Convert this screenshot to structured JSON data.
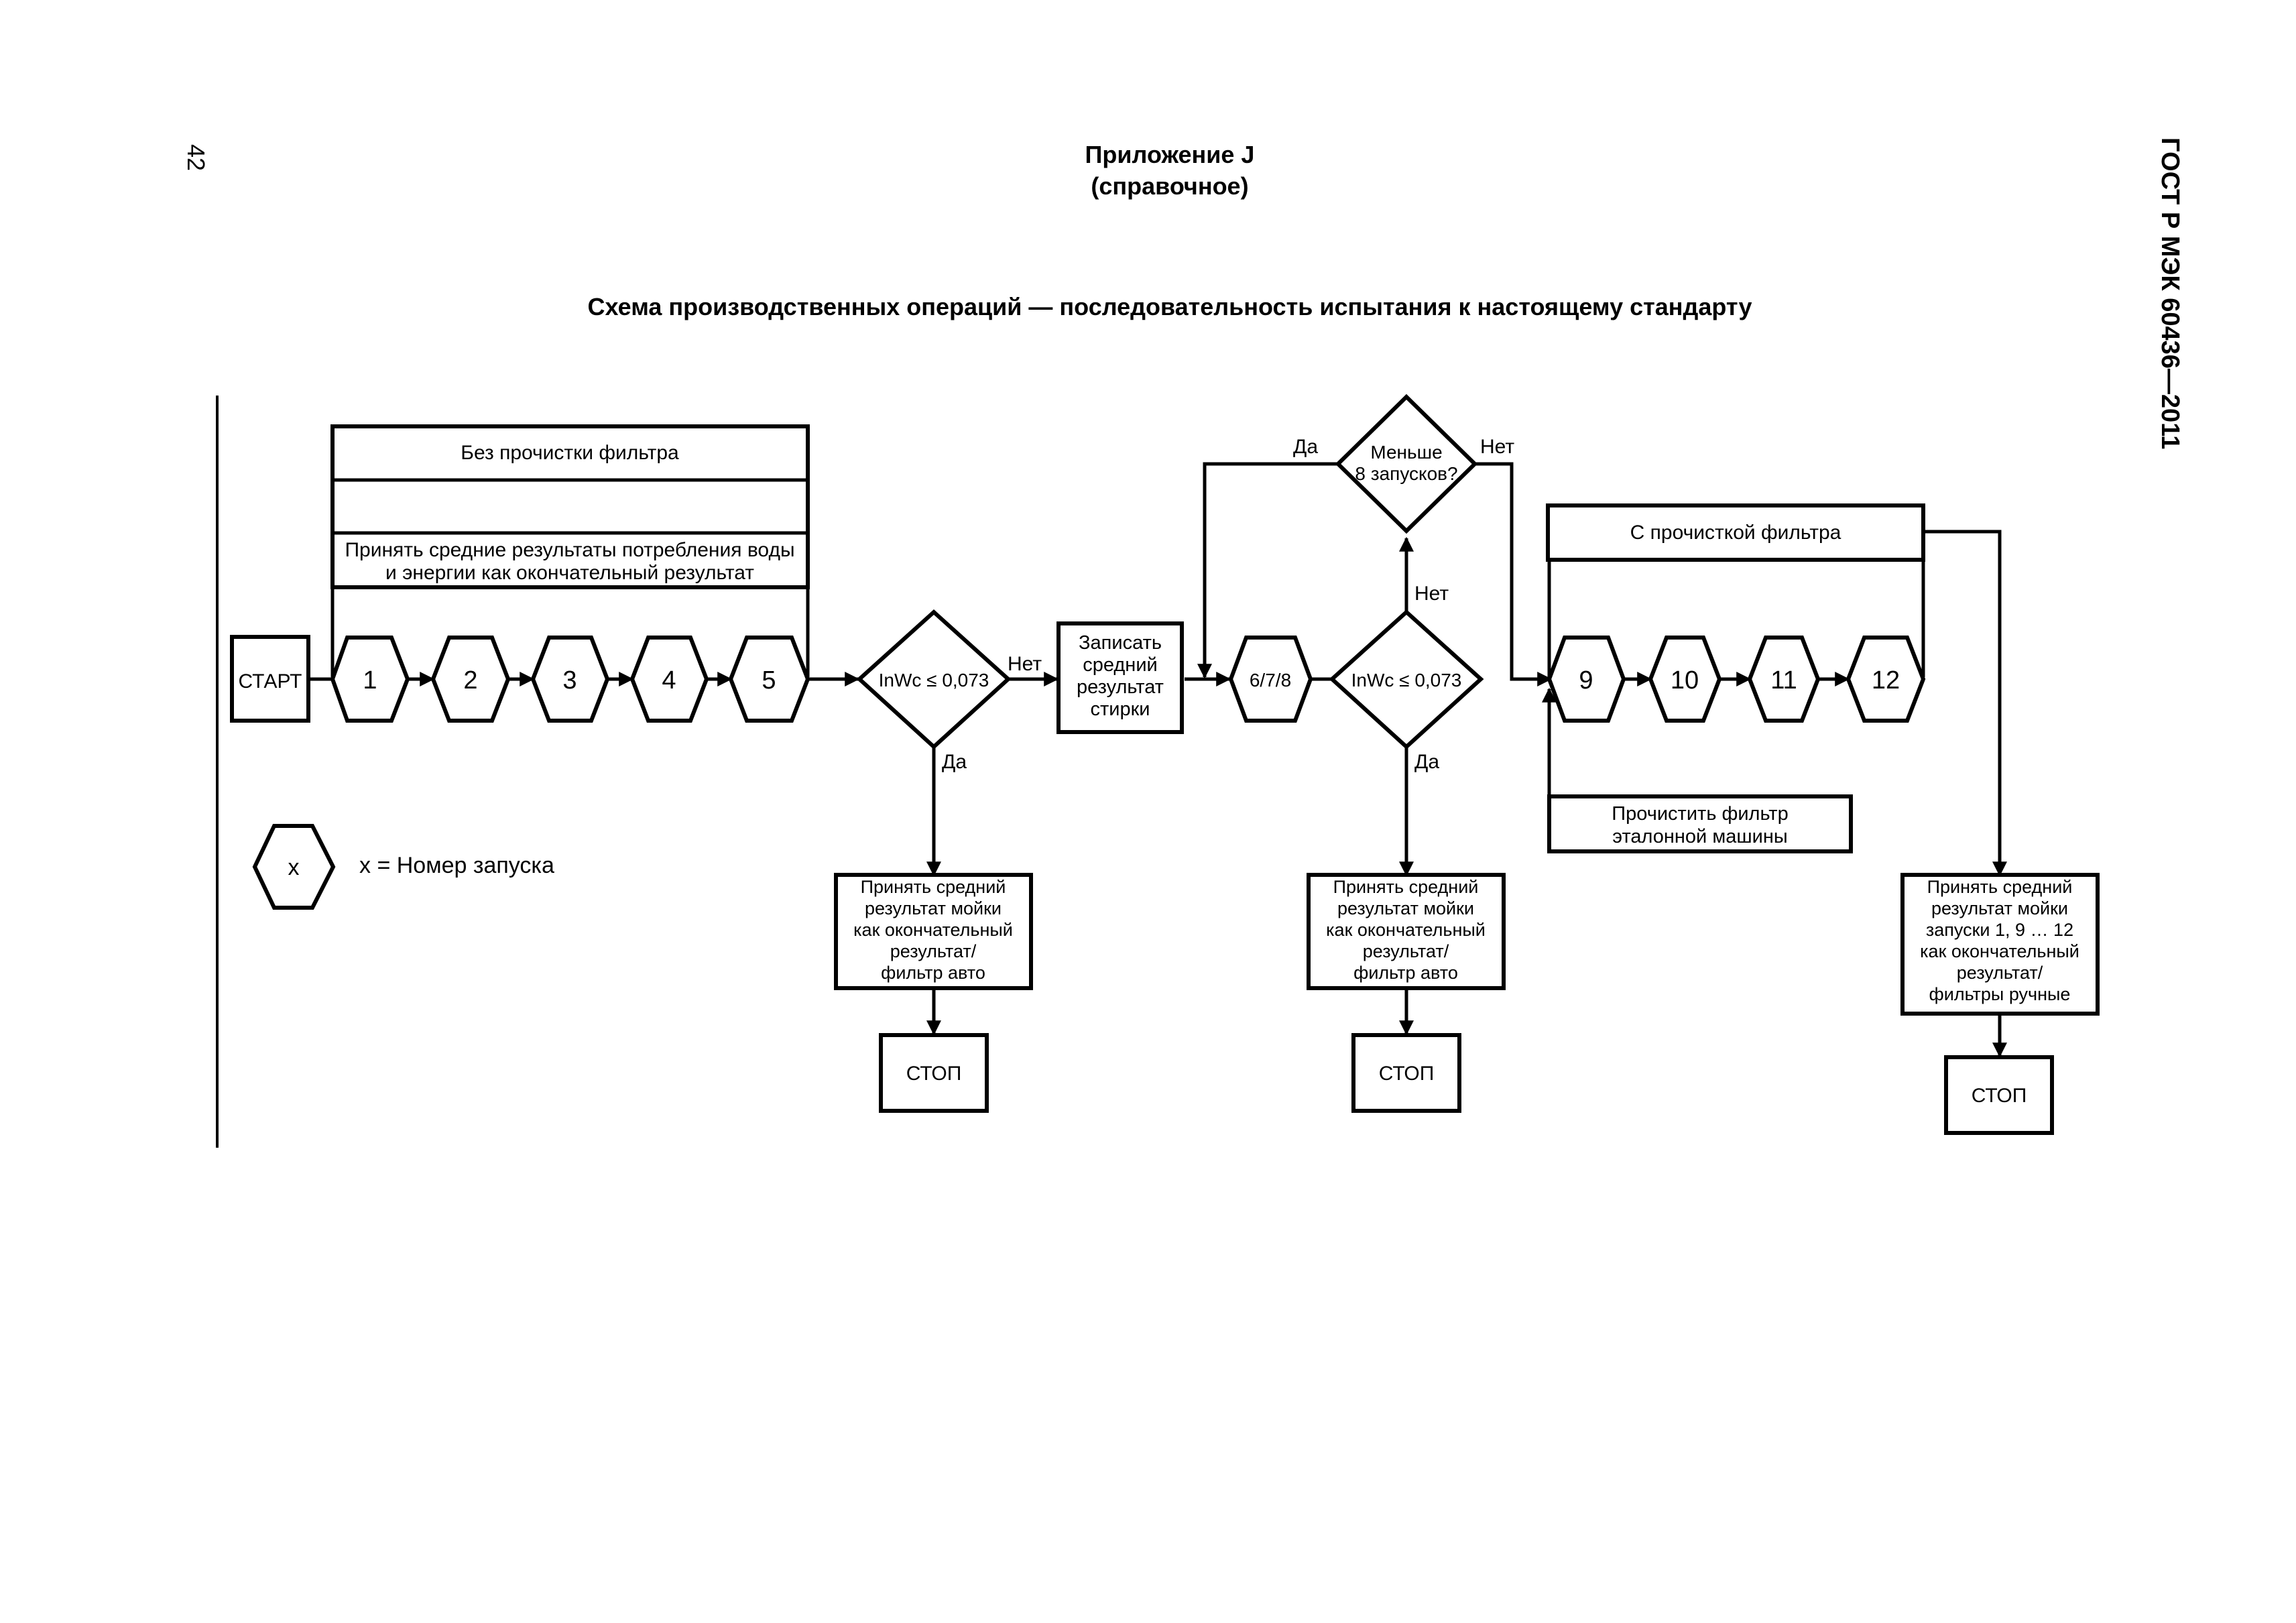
{
  "page_number": "42",
  "appendix": {
    "title": "Приложение J",
    "subtitle": "(справочное)"
  },
  "document_code": "ГОСТ Р МЭК 60436—2011",
  "diagram_title": "Схема производственных операций — последовательность испытания к настоящему стандарту",
  "start_label": "СТАРТ",
  "stop_label": "СТОП",
  "yes_label": "Да",
  "no_label": "Нет",
  "decision_label": "InWc ≤ 0,073",
  "runs_first": [
    "1",
    "2",
    "3",
    "4",
    "5"
  ],
  "run_678": "6/7/8",
  "runs_second": [
    "9",
    "10",
    "11",
    "12"
  ],
  "box_no_cleaning": "Без прочистки фильтра",
  "box_accept_avg": [
    "Принять средние результаты потребления воды",
    "и энергии как окончательный результат"
  ],
  "box_record_avg": [
    "Записать",
    "средний",
    "результат",
    "стирки"
  ],
  "decision_fewer": [
    "Меньше",
    "8 запусков?"
  ],
  "box_with_cleaning": "С прочисткой фильтра",
  "box_clean_ref": [
    "Прочистить фильтр",
    "эталонной машины"
  ],
  "result_auto": [
    "Принять средний",
    "результат мойки",
    "как окончательный",
    "результат/",
    "фильтр авто"
  ],
  "result_manual": [
    "Принять средний",
    "результат мойки",
    "запуски 1, 9 … 12",
    "как окончательный",
    "результат/",
    "фильтры ручные"
  ],
  "legend": {
    "symbol": "x",
    "text": "x = Номер запуска"
  }
}
